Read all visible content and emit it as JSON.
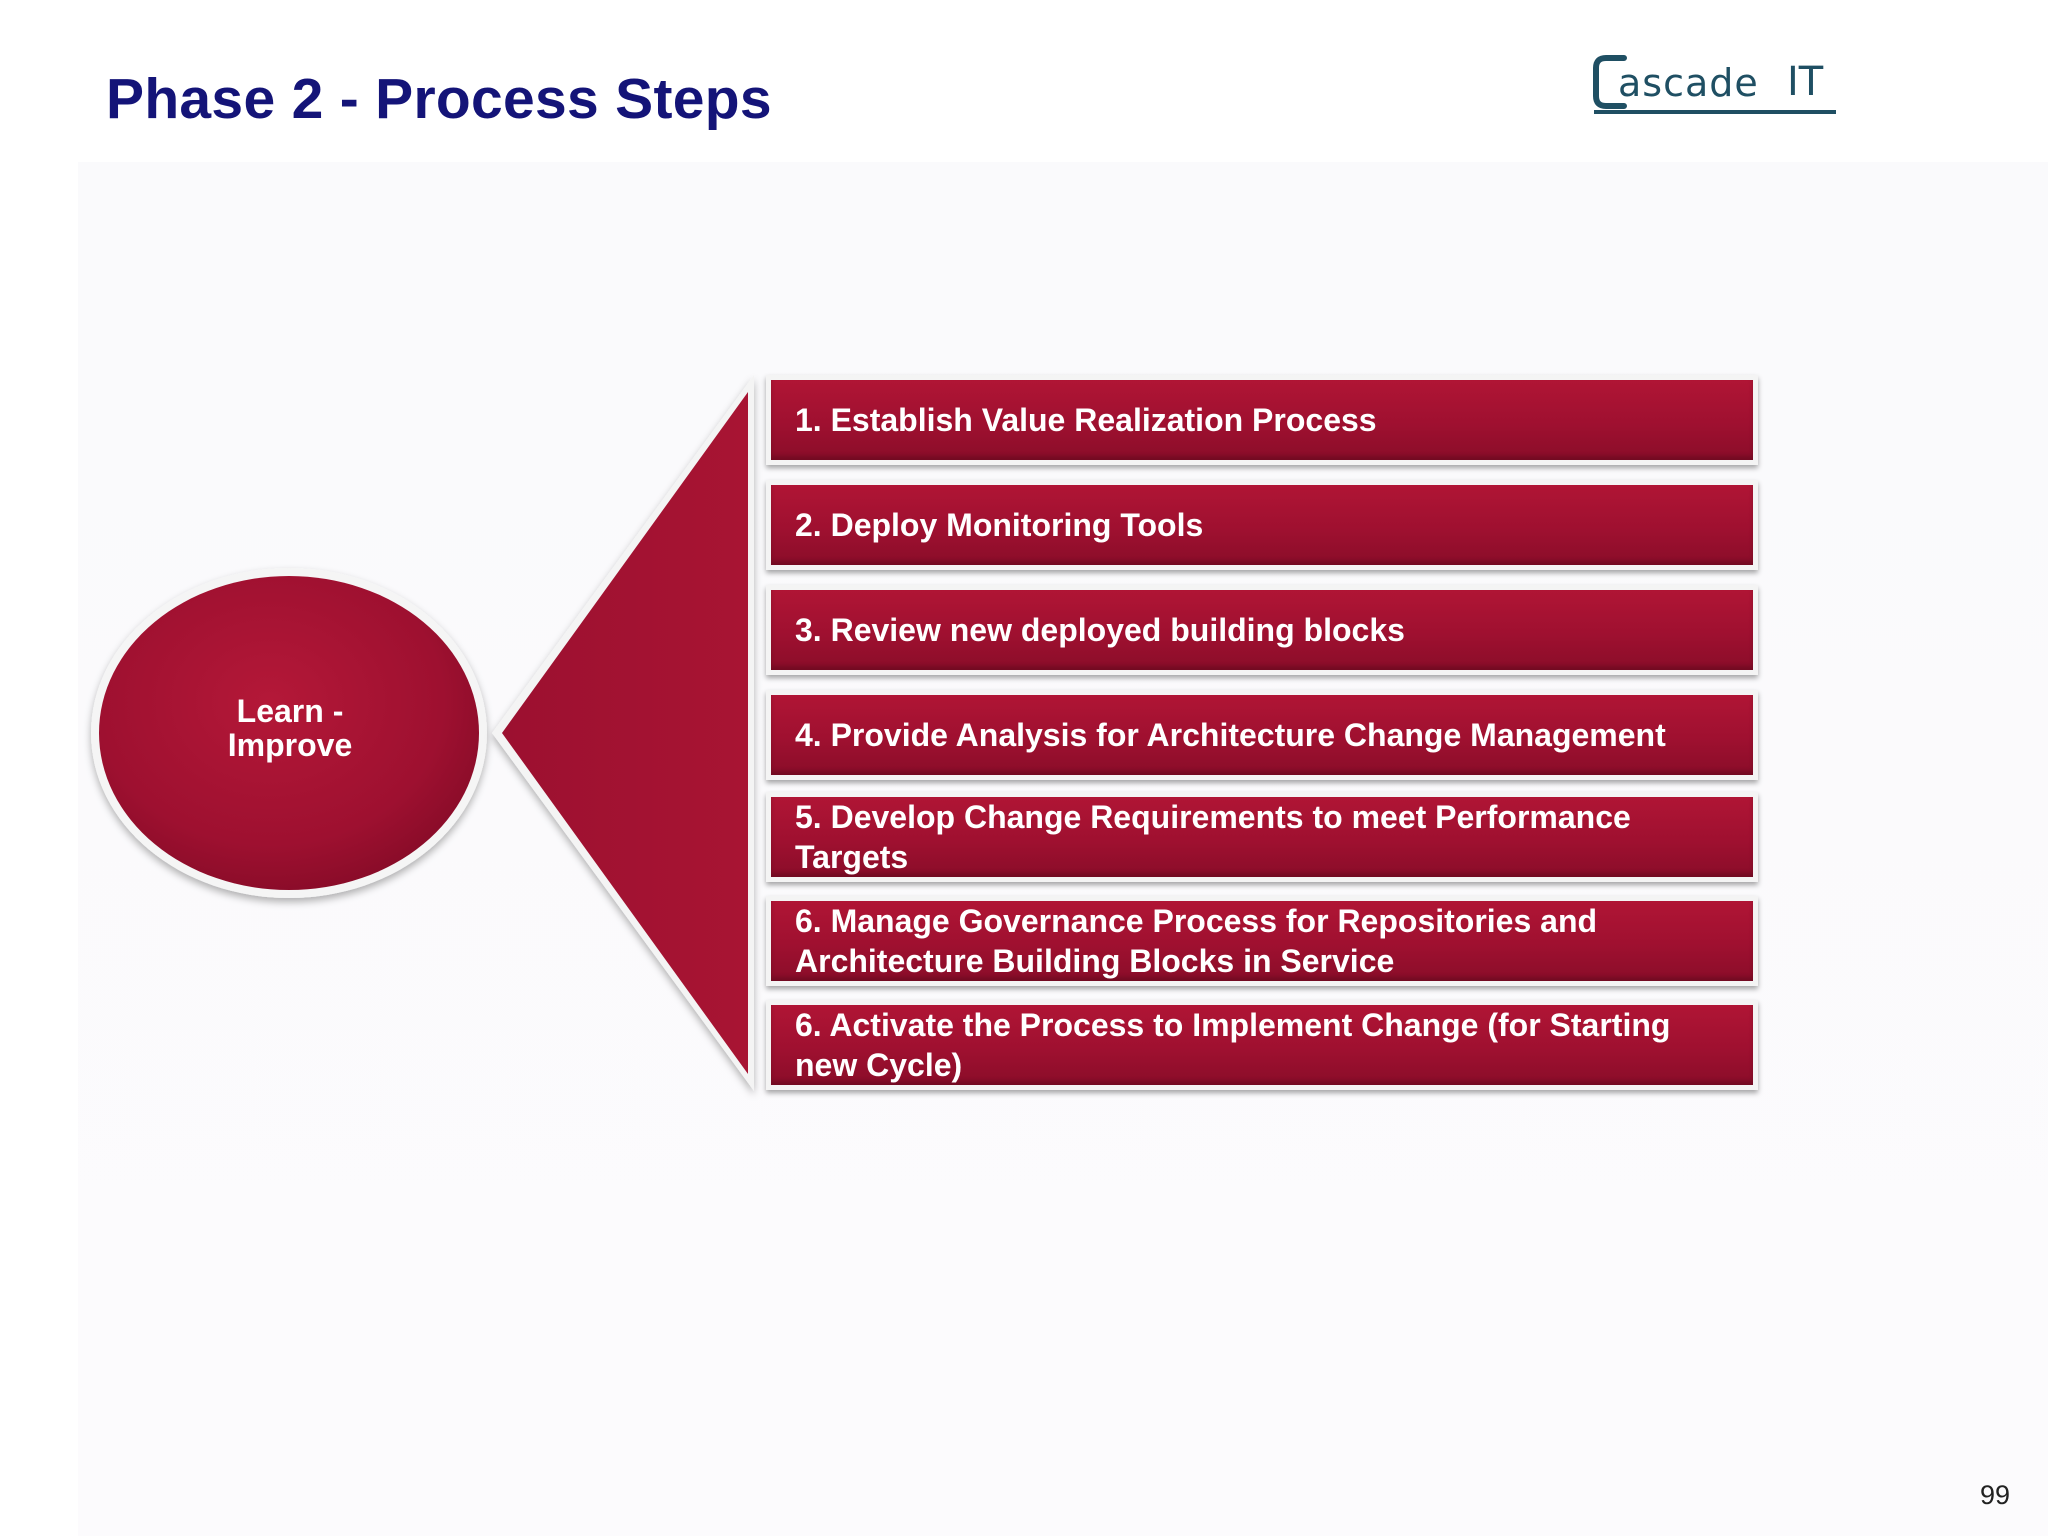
{
  "slide": {
    "title": "Phase 2 - Process Steps",
    "page_number": "99"
  },
  "logo": {
    "text": "ascade",
    "suffix": "IT"
  },
  "diagram": {
    "hub_label": "Learn -\nImprove",
    "steps": [
      "1. Establish Value Realization Process",
      "2. Deploy Monitoring Tools",
      "3. Review new deployed building blocks",
      "4. Provide Analysis for Architecture Change Management",
      "5. Develop Change Requirements to meet Performance Targets",
      "6. Manage Governance Process for Repositories and Architecture Building Blocks in Service",
      "6. Activate the Process to Implement Change (for Starting new Cycle)"
    ]
  },
  "colors": {
    "title": "#141478",
    "shape_fill": "#a01232",
    "logo": "#1f4f63"
  }
}
